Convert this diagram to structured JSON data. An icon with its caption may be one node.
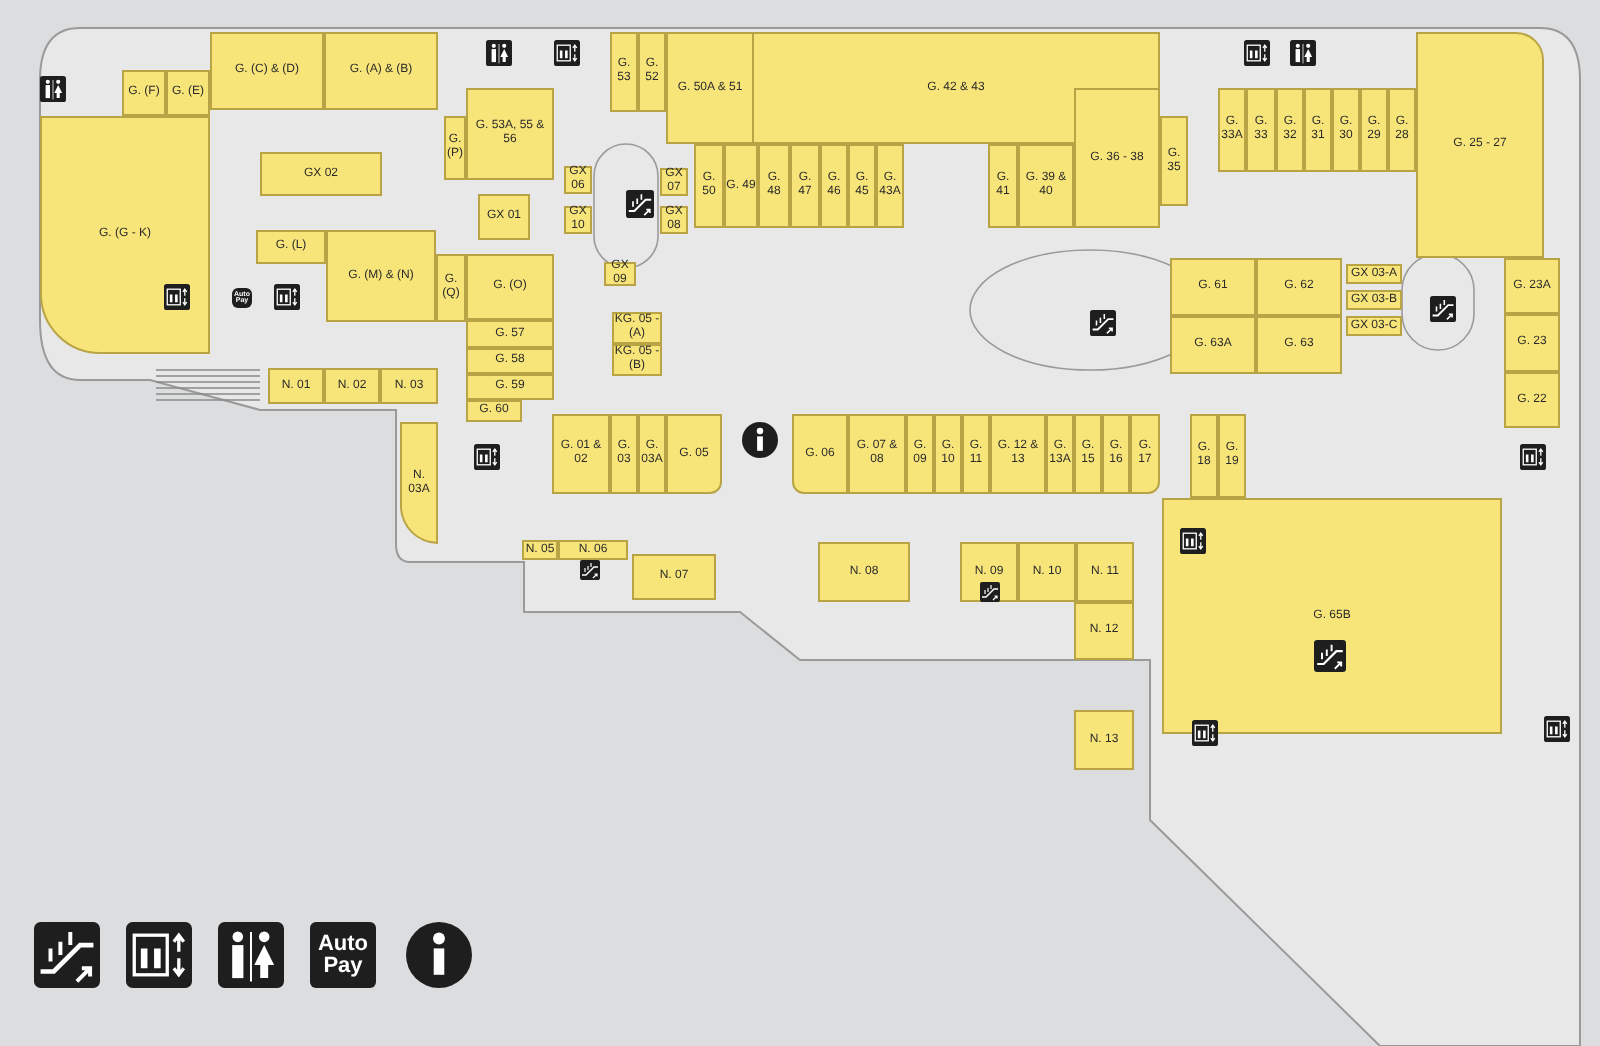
{
  "diagram": {
    "nodes": [
      {
        "text": [
          "G. (F)"
        ]
      },
      {
        "text": [
          "G. (E)"
        ]
      },
      {
        "text": [
          "G. (C) & (D)"
        ]
      },
      {
        "text": [
          "G. (A) & (B)"
        ]
      },
      {
        "text": [
          "G. 53"
        ]
      },
      {
        "text": [
          "G. 52"
        ]
      },
      {
        "text": [
          "G. 50A & 51"
        ]
      },
      {
        "text": [
          "G. 42 & 43"
        ]
      },
      {
        "text": [
          "G. 50"
        ]
      },
      {
        "text": [
          "G. 49"
        ]
      },
      {
        "text": [
          "G. 48"
        ]
      },
      {
        "text": [
          "G. 47"
        ]
      },
      {
        "text": [
          "G. 46"
        ]
      },
      {
        "text": [
          "G. 45"
        ]
      },
      {
        "text": [
          "G. 43A"
        ]
      },
      {
        "text": [
          "G. 41"
        ]
      },
      {
        "text": [
          "G. 39 & 40"
        ]
      },
      {
        "text": [
          "G. 36 - 38"
        ]
      },
      {
        "text": [
          "G. 35"
        ]
      },
      {
        "text": [
          "G. 33A"
        ]
      },
      {
        "text": [
          "G. 33"
        ]
      },
      {
        "text": [
          "G. 32"
        ]
      },
      {
        "text": [
          "G. 31"
        ]
      },
      {
        "text": [
          "G. 30"
        ]
      },
      {
        "text": [
          "G. 29"
        ]
      },
      {
        "text": [
          "G. 28"
        ]
      },
      {
        "text": [
          "G. 25 - 27"
        ]
      },
      {
        "text": [
          "G. 23A"
        ]
      },
      {
        "text": [
          "G. 23"
        ]
      },
      {
        "text": [
          "G. 22"
        ]
      },
      {
        "text": [
          "G. 53A, 55 & 56"
        ]
      },
      {
        "text": [
          "G. (P)"
        ]
      },
      {
        "text": [
          "GX 02"
        ]
      },
      {
        "text": [
          "GX 01"
        ]
      },
      {
        "text": [
          "GX 06"
        ]
      },
      {
        "text": [
          "GX 10"
        ]
      },
      {
        "text": [
          "GX 07"
        ]
      },
      {
        "text": [
          "GX 08"
        ]
      },
      {
        "text": [
          "GX 09"
        ]
      },
      {
        "text": [
          "G. (L)"
        ]
      },
      {
        "text": [
          "G. (M) & (N)"
        ]
      },
      {
        "text": [
          "G. (Q)"
        ]
      },
      {
        "text": [
          "G. (O)"
        ]
      },
      {
        "text": [
          "G. 57"
        ]
      },
      {
        "text": [
          "G. 58"
        ]
      },
      {
        "text": [
          "G. 59"
        ]
      },
      {
        "text": [
          "G. 60"
        ]
      },
      {
        "text": [
          "KG. 05 - (A)"
        ]
      },
      {
        "text": [
          "KG. 05 - (B)"
        ]
      },
      {
        "text": [
          "G. 61"
        ]
      },
      {
        "text": [
          "G. 62"
        ]
      },
      {
        "text": [
          "G. 63A"
        ]
      },
      {
        "text": [
          "G. 63"
        ]
      },
      {
        "text": [
          "GX 03-A"
        ]
      },
      {
        "text": [
          "GX 03-B"
        ]
      },
      {
        "text": [
          "GX 03-C"
        ]
      },
      {
        "text": [
          "G. (G - K)"
        ]
      },
      {
        "text": [
          "N. 01"
        ]
      },
      {
        "text": [
          "N. 02"
        ]
      },
      {
        "text": [
          "N. 03"
        ]
      },
      {
        "text": [
          "N. 03A"
        ]
      },
      {
        "text": [
          "G. 01 & 02"
        ]
      },
      {
        "text": [
          "G. 03"
        ]
      },
      {
        "text": [
          "G. 03A"
        ]
      },
      {
        "text": [
          "G. 05"
        ]
      },
      {
        "text": [
          "G. 06"
        ]
      },
      {
        "text": [
          "G. 07 & 08"
        ]
      },
      {
        "text": [
          "G. 09"
        ]
      },
      {
        "text": [
          "G. 10"
        ]
      },
      {
        "text": [
          "G. 11"
        ]
      },
      {
        "text": [
          "G. 12 & 13"
        ]
      },
      {
        "text": [
          "G. 13A"
        ]
      },
      {
        "text": [
          "G. 15"
        ]
      },
      {
        "text": [
          "G. 16"
        ]
      },
      {
        "text": [
          "G. 17"
        ]
      },
      {
        "text": [
          "G. 65B"
        ]
      },
      {
        "text": [
          "G. 18"
        ]
      },
      {
        "text": [
          "G. 19"
        ]
      },
      {
        "text": [
          "N. 05"
        ]
      },
      {
        "text": [
          "N. 06"
        ]
      },
      {
        "text": [
          "N. 07"
        ]
      },
      {
        "text": [
          "N. 08"
        ]
      },
      {
        "text": [
          "N. 09"
        ]
      },
      {
        "text": [
          "N. 10"
        ]
      },
      {
        "text": [
          "N. 11"
        ]
      },
      {
        "text": [
          "N. 12"
        ]
      },
      {
        "text": [
          "N. 13"
        ]
      }
    ],
    "labels": [
      "Auto Pay",
      "Auto Pay"
    ]
  }
}
